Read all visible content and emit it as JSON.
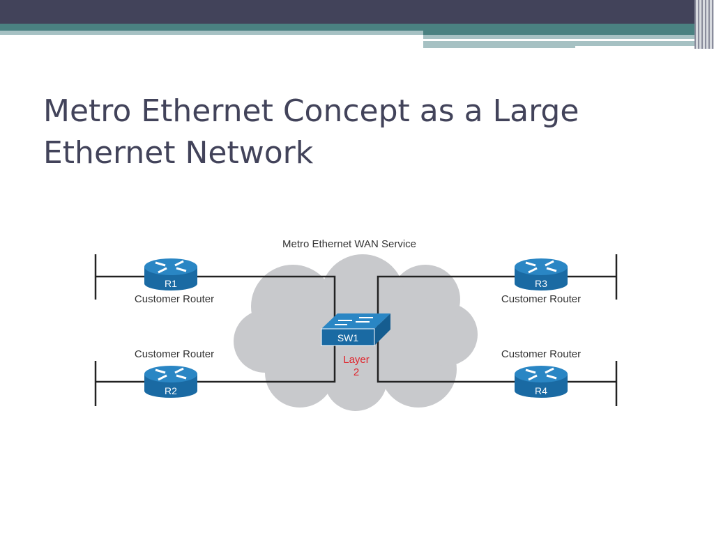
{
  "slide": {
    "title_line1": "Metro Ethernet Concept as a Large",
    "title_line2": "Ethernet Network"
  },
  "diagram": {
    "cloud_label": "Metro Ethernet WAN Service",
    "switch": {
      "name": "SW1",
      "layer_line1": "Layer",
      "layer_line2": "2"
    },
    "routers": [
      {
        "name": "R1",
        "caption": "Customer Router"
      },
      {
        "name": "R2",
        "caption": "Customer Router"
      },
      {
        "name": "R3",
        "caption": "Customer Router"
      },
      {
        "name": "R4",
        "caption": "Customer Router"
      }
    ],
    "colors": {
      "device": "#1f6fa8",
      "cloud": "#c8c9cc",
      "layer_text": "#e0242c"
    }
  }
}
